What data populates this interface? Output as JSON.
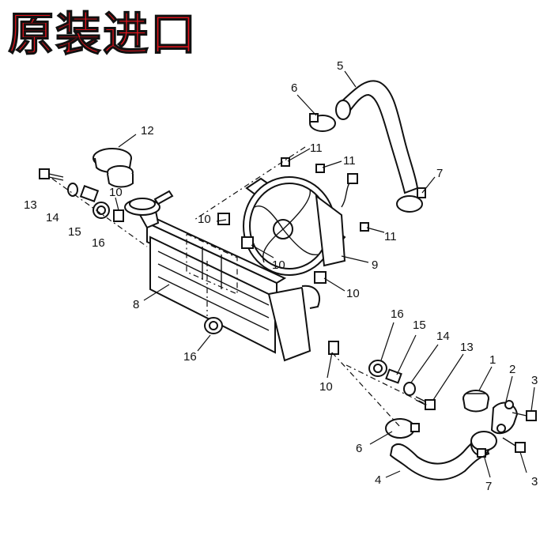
{
  "banner": {
    "title": "原装进口",
    "color": "#e4121b"
  },
  "callouts": {
    "c1": "1",
    "c2": "2",
    "c3a": "3",
    "c3b": "3",
    "c4": "4",
    "c5": "5",
    "c6a": "6",
    "c6b": "6",
    "c7a": "7",
    "c7b": "7",
    "c8": "8",
    "c9": "9",
    "c10a": "10",
    "c10b": "10",
    "c10c": "10",
    "c10d": "10",
    "c10e": "10",
    "c11a": "11",
    "c11b": "11",
    "c11c": "11",
    "c12": "12",
    "c13a": "13",
    "c13b": "13",
    "c14a": "14",
    "c14b": "14",
    "c15a": "15",
    "c15b": "15",
    "c16a": "16",
    "c16b": "16",
    "c16c": "16"
  }
}
